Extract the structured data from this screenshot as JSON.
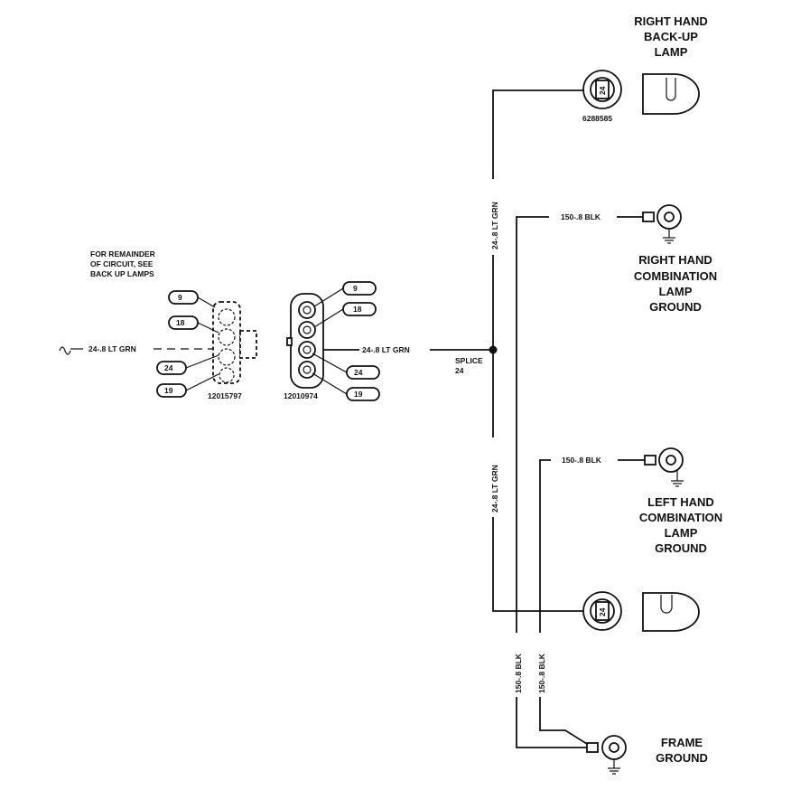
{
  "labels": {
    "rh_backup_lamp": [
      "RIGHT HAND",
      "BACK-UP",
      "LAMP"
    ],
    "rh_combo_ground": [
      "RIGHT HAND",
      "COMBINATION",
      "LAMP",
      "GROUND"
    ],
    "lh_combo_ground": [
      "LEFT HAND",
      "COMBINATION",
      "LAMP",
      "GROUND"
    ],
    "frame_ground": [
      "FRAME",
      "GROUND"
    ],
    "note": [
      "FOR REMAINDER",
      "OF CIRCUIT, SEE",
      "BACK UP LAMPS"
    ]
  },
  "part_numbers": {
    "rh_lamp_socket": "6288585",
    "connector_left": "12015797",
    "connector_right": "12010974"
  },
  "splice": {
    "label": "SPLICE",
    "number": "24"
  },
  "wires": {
    "input": "24-.8 LT GRN",
    "to_splice": "24-.8 LT GRN",
    "vertical_upper": "24-.8 LT GRN",
    "vertical_lower": "24-.8 LT GRN",
    "rh_ground": "150-.8 BLK",
    "lh_ground": "150-.8 BLK",
    "frame_a": "150-.8 BLK",
    "frame_b": "150-.8 BLK"
  },
  "pins": {
    "left": [
      "9",
      "18",
      "24",
      "19"
    ],
    "right": [
      "9",
      "18",
      "24",
      "19"
    ]
  },
  "socket_pin": {
    "upper": "24",
    "lower": "24"
  },
  "colors": {
    "ink": "#111111",
    "background": "#ffffff"
  }
}
